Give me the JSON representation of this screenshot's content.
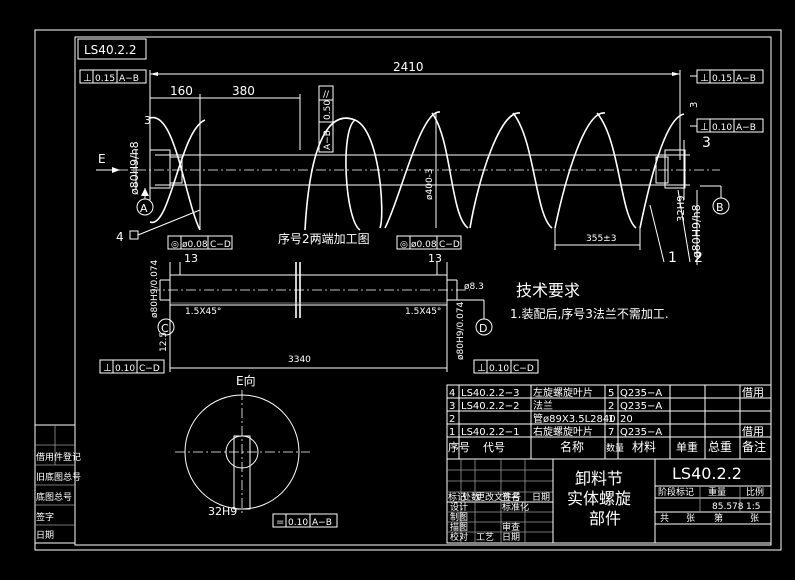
{
  "drawing_number": "LS40.2.2",
  "title_lines": [
    "卸料节",
    "实体螺旋",
    "部件"
  ],
  "dimensions": {
    "overall_length": "2410",
    "d160": "160",
    "d380": "380",
    "pitch": "355±3",
    "shaft_dia_left": "ø80H9/h8",
    "shaft_dia_right": "ø80H9/h8",
    "width_32": "32H9",
    "thickness_3": "3",
    "dia_400": "ø400-3",
    "length_3340": "3340",
    "left_13": "13",
    "right_13": "13",
    "left_1": "1.5X45°",
    "right_1": "1.5X45°",
    "dim_12_5": "12.5",
    "shaft_left_fit": "ø80H9/0.074",
    "shaft_right_fit": "ø80H9/0.074",
    "hole_note": "ø8.3",
    "e_view_32": "32H9"
  },
  "tolerances": {
    "top_left": {
      "symbol": "⊥",
      "value": "0.15",
      "datum": "A−B"
    },
    "top_right": {
      "symbol": "⊥",
      "value": "0.15",
      "datum": "A−B"
    },
    "right_mid": {
      "symbol": "⊥",
      "value": "0.10",
      "datum": "A−B"
    },
    "vertical_left": {
      "symbol": "//",
      "value": "0.50",
      "datum": "A−B"
    },
    "part2_left": {
      "symbol": "◎",
      "value": "ø0.08",
      "datum": "C−D"
    },
    "part2_right": {
      "symbol": "◎",
      "value": "ø0.08",
      "datum": "C−D"
    },
    "bottom_left": {
      "symbol": "⊥",
      "value": "0.10",
      "datum": "C−D"
    },
    "bottom_right": {
      "symbol": "⊥",
      "value": "0.10",
      "datum": "C−D"
    },
    "e_view": {
      "symbol": "=",
      "value": "0.10",
      "datum": "A−B"
    }
  },
  "labels": {
    "e_arrow": "E",
    "datum_a": "A",
    "datum_b": "B",
    "datum_c": "C",
    "datum_d": "D",
    "leader_1": "1",
    "leader_2": "2",
    "leader_3": "3",
    "leader_4": "4",
    "leader_3_top": "3",
    "part2_caption": "序号2两端加工图",
    "e_view_caption": "E向"
  },
  "notes": {
    "heading": "技术要求",
    "items": [
      "1.装配后,序号3法兰不需加工."
    ]
  },
  "parts_list": {
    "rows": [
      {
        "no": "4",
        "code": "LS40.2.2−3",
        "name": "左旋螺旋叶片",
        "qty": "5",
        "material": "Q235−A",
        "remark": "借用"
      },
      {
        "no": "3",
        "code": "LS40.2.2−2",
        "name": "法兰",
        "qty": "2",
        "material": "Q235−A",
        "remark": ""
      },
      {
        "no": "2",
        "code": "",
        "name": "管ø89X3.5L2840",
        "qty": "1",
        "material": "20",
        "remark": ""
      },
      {
        "no": "1",
        "code": "LS40.2.2−1",
        "name": "右旋螺旋叶片",
        "qty": "7",
        "material": "Q235−A",
        "remark": "借用"
      }
    ],
    "header": {
      "no": "序号",
      "code": "代号",
      "name": "名称",
      "qty": "数量",
      "material": "材料",
      "unit_weight": "单重",
      "total_weight": "总重",
      "remark": "备注"
    }
  },
  "title_block": {
    "small_left": [
      "标记",
      "处数",
      "更改文件号",
      "签名",
      "日期"
    ],
    "roles": [
      "设计",
      "制图",
      "描图",
      "校对",
      "工艺"
    ],
    "std": "标准化",
    "approve": "审查",
    "date": "日期",
    "stage_labels": [
      "阶段标记",
      "重量",
      "比例"
    ],
    "weight": "85.578",
    "scale": "1:5",
    "sheet": [
      "共",
      "张",
      "第",
      "张"
    ]
  },
  "side_block": {
    "rows": [
      "借用件登记",
      "旧底图总号",
      "底图总号",
      "签字",
      "日期"
    ]
  }
}
